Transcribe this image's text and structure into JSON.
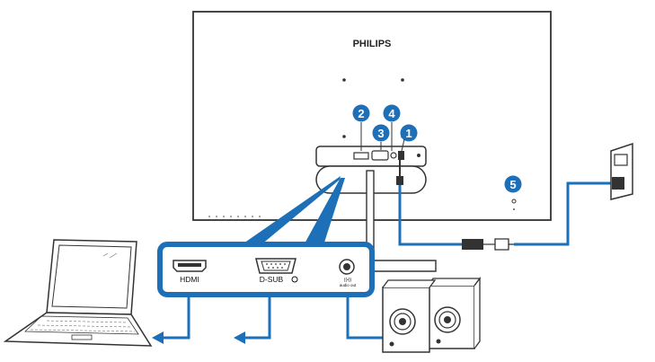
{
  "brand": "PHILIPS",
  "ports": {
    "hdmi": "HDMI",
    "dsub": "D-SUB",
    "audio_line1": "((•))",
    "audio_line2": "audio out"
  },
  "callouts": [
    "1",
    "2",
    "3",
    "4",
    "5"
  ],
  "colors": {
    "accent": "#1d6fb8",
    "outline": "#333333",
    "white": "#ffffff"
  },
  "icons": [
    "hdmi-port-icon",
    "dsub-port-icon",
    "audio-jack-icon",
    "laptop-icon",
    "speakers-icon",
    "wall-socket-icon",
    "power-adapter-icon",
    "arrow-left-icon"
  ]
}
